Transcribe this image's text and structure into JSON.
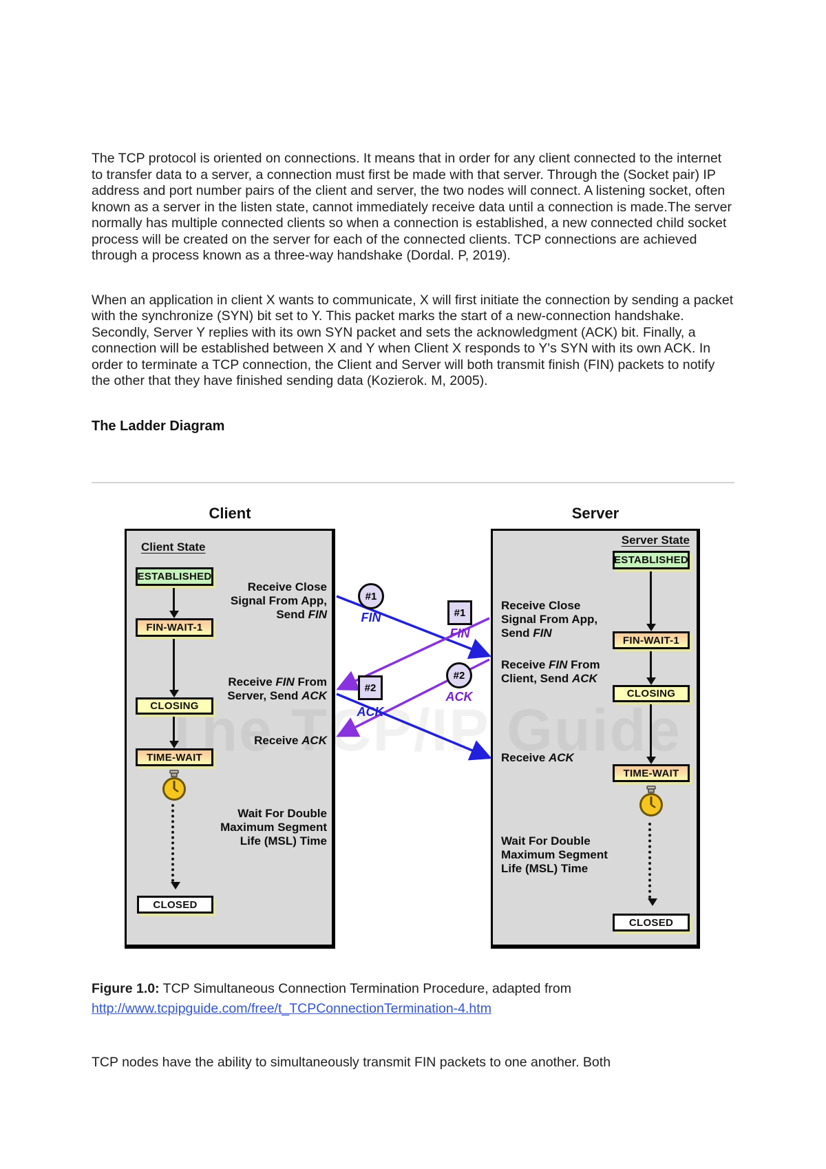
{
  "document": {
    "paragraph_1": "The TCP protocol is oriented on connections. It means that in order for any client connected to the internet to transfer data to a server, a connection must first be made with that server. Through the (Socket pair) IP address and port number pairs of the client and server, the two nodes will connect. A listening socket, often known as a server in the listen state, cannot immediately receive data until a connection is made.The server normally has multiple connected clients so when a connection is established, a new connected child socket process will be created on the server for each of the connected clients. TCP connections are achieved through a process known as a three-way handshake (Dordal. P, 2019).",
    "paragraph_2": "When an application in client X wants to communicate, X will first initiate the connection by sending a packet with the synchronize (SYN) bit set to Y. This packet marks the start of a new-connection handshake. Secondly, Server Y replies with its own SYN packet and sets the acknowledgment (ACK) bit. Finally, a connection will be established between X and Y when Client X responds to Y's SYN with its own ACK. In order to terminate a TCP connection, the Client and Server will both transmit finish (FIN) packets to notify the other that they have finished sending data (Kozierok. M, 2005).",
    "section_heading": "The Ladder Diagram",
    "figure_caption": {
      "label": "Figure 1.0:",
      "text": " TCP Simultaneous Connection Termination Procedure, adapted from",
      "link": "http://www.tcpipguide.com/free/t_TCPConnectionTermination-4.htm"
    },
    "paragraph_3": "TCP nodes have the ability to simultaneously transmit FIN packets to one another. Both"
  },
  "diagram": {
    "watermark": "The TCP/IP Guide",
    "client": {
      "title": "Client",
      "state_header": "Client State",
      "states": [
        "ESTABLISHED",
        "FIN-WAIT-1",
        "CLOSING",
        "TIME-WAIT",
        "CLOSED"
      ],
      "annotations": {
        "receive_close": {
          "l1": "Receive Close",
          "l2": "Signal From App,",
          "l3_pre": "Send ",
          "l3_it": "FIN"
        },
        "receive_fin": {
          "l1_pre": "Receive ",
          "l1_it": "FIN",
          "l1_post": " From",
          "l2_pre": "Server, Send ",
          "l2_it": "ACK"
        },
        "receive_ack": {
          "pre": "Receive ",
          "it": "ACK"
        },
        "wait_msl": {
          "l1": "Wait For Double",
          "l2": "Maximum Segment",
          "l3": "Life (MSL) Time"
        }
      }
    },
    "server": {
      "title": "Server",
      "state_header": "Server State",
      "states": [
        "ESTABLISHED",
        "FIN-WAIT-1",
        "CLOSING",
        "TIME-WAIT",
        "CLOSED"
      ],
      "annotations": {
        "receive_close": {
          "l1": "Receive Close",
          "l2": "Signal From App,",
          "l3_pre": "Send ",
          "l3_it": "FIN"
        },
        "receive_fin": {
          "l1_pre": "Receive ",
          "l1_it": "FIN",
          "l1_post": " From",
          "l2_pre": "Client, Send ",
          "l2_it": "ACK"
        },
        "receive_ack": {
          "pre": "Receive ",
          "it": "ACK"
        },
        "wait_msl": {
          "l1": "Wait For Double",
          "l2": "Maximum Segment",
          "l3": "Life (MSL) Time"
        }
      }
    },
    "messages": {
      "fin_from_client": {
        "badge": "#1",
        "label": "FIN"
      },
      "fin_from_server": {
        "badge": "#1",
        "label": "FIN"
      },
      "ack_from_client": {
        "badge": "#2",
        "label": "ACK"
      },
      "ack_from_server": {
        "badge": "#2",
        "label": "ACK"
      }
    },
    "colors": {
      "panel_gray": "#d9d9d9",
      "established_green": "#c6f2bc",
      "state_yellow": "#fdffb6",
      "state_peach": "#fbcf9e",
      "arrow_blue": "#2020dd",
      "arrow_purple": "#8833dd",
      "badge_lavender": "#ded8f2",
      "link_blue": "#3355cc"
    }
  }
}
